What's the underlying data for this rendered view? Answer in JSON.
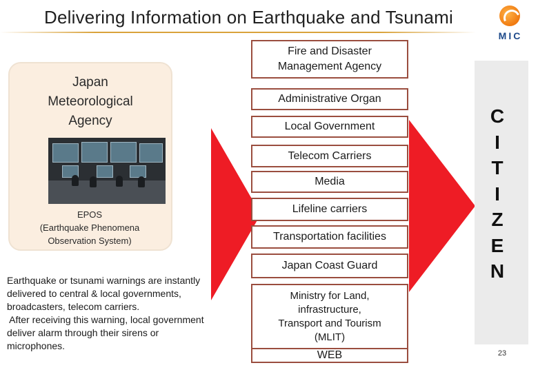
{
  "header": {
    "title": "Delivering Information on Earthquake and Tsunami",
    "logo_text": "MIC"
  },
  "jma": {
    "title_lines": [
      "Japan",
      "Meteorological",
      "Agency"
    ],
    "photo_caption_lines": [
      "EPOS",
      "(Earthquake Phenomena",
      "Observation System)"
    ]
  },
  "description_lines": [
    "Earthquake or tsunami warnings are instantly",
    "delivered to central & local governments,",
    "broadcasters, telecom carriers.",
    " After receiving this warning, local government",
    "deliver alarm through their sirens or",
    "microphones."
  ],
  "organizations": [
    {
      "lines": [
        "Fire and Disaster",
        "Management Agency"
      ]
    },
    {
      "lines": [
        "Administrative Organ"
      ]
    },
    {
      "lines": [
        "Local Government"
      ]
    },
    {
      "lines": [
        "Telecom Carriers"
      ]
    },
    {
      "lines": [
        "Media"
      ]
    },
    {
      "lines": [
        "Lifeline carriers"
      ]
    },
    {
      "lines": [
        "Transportation facilities"
      ]
    },
    {
      "lines": [
        "Japan Coast Guard"
      ]
    },
    {
      "lines": [
        "Ministry for Land,",
        "infrastructure,",
        "Transport and Tourism",
        "(MLIT)"
      ]
    },
    {
      "lines": [
        "WEB"
      ]
    }
  ],
  "citizen": {
    "letters": [
      "C",
      "I",
      "T",
      "I",
      "Z",
      "E",
      "N"
    ]
  },
  "page_number": "23",
  "colors": {
    "arrow_red": "#ee1c25",
    "box_border": "#9a4d3e",
    "jma_panel": "#fbeee0",
    "citizen_bar": "#ebebeb",
    "logo_orange": "#f07a10",
    "logo_blue": "#1e4a8a"
  }
}
